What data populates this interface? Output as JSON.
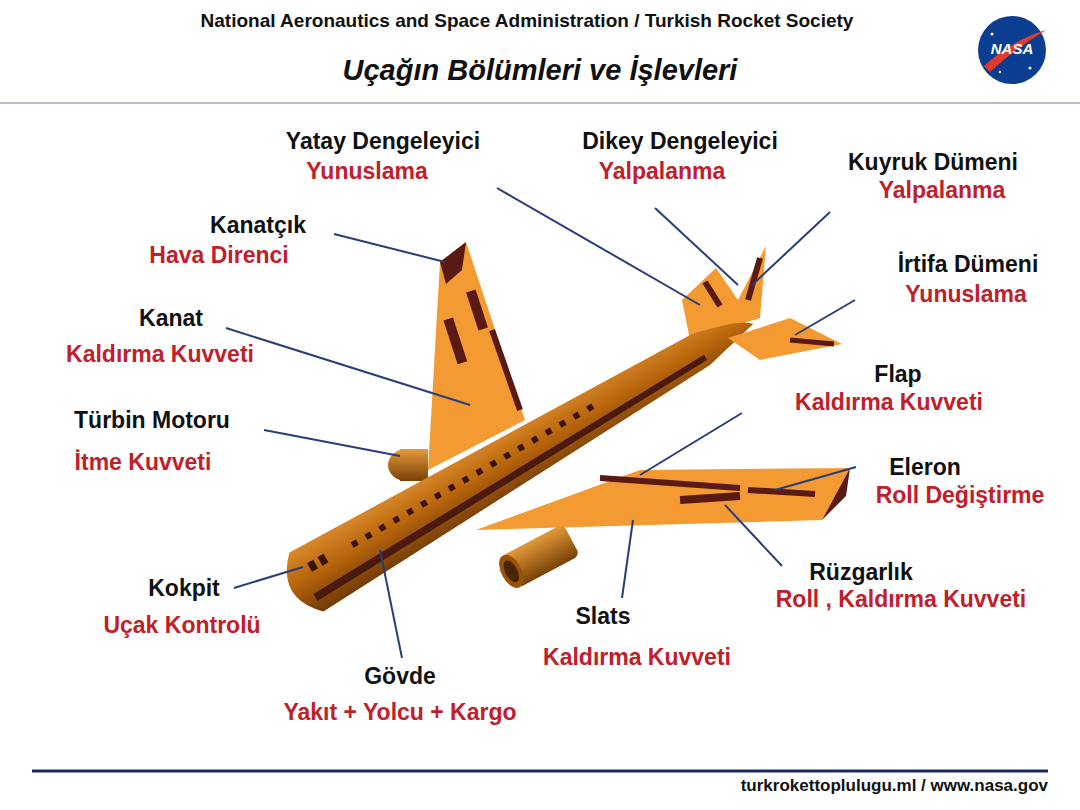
{
  "diagram": {
    "title": "Uçağın Bölümleri ve İşlevleri",
    "labels": [
      "National Aeronautics and Space Administration / Turkish Rocket Society",
      "NASA",
      "Yatay Dengeleyici",
      "Yunuslama",
      "Dikey Dengeleyici",
      "Yalpalanma",
      "Kuyruk Dümeni",
      "Yalpalanma",
      "Kanatçık",
      "Hava Direnci",
      "İrtifa Dümeni",
      "Yunuslama",
      "Kanat",
      "Kaldırma Kuvveti",
      "Flap",
      "Kaldırma Kuvveti",
      "Türbin Motoru",
      "İtme Kuvveti",
      "Eleron",
      "Roll Değiştirme",
      "Rüzgarlık",
      "Roll , Kaldırma Kuvveti",
      "Slats",
      "Kaldırma Kuvveti",
      "Kokpit",
      "Uçak Kontrolü",
      "Gövde",
      "Yakıt + Yolcu + Kargo",
      "turkrokettoplulugu.ml / www.nasa.gov"
    ]
  }
}
